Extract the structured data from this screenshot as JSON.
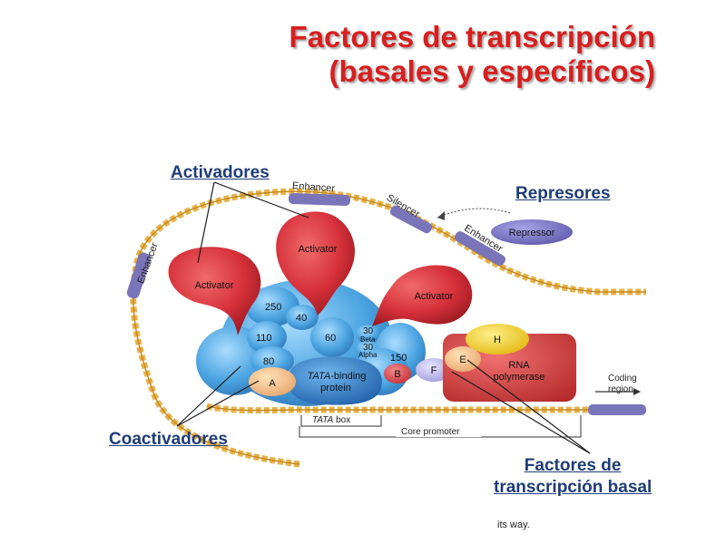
{
  "title": {
    "line1": "Factores de transcripción",
    "line2": "(basales y específicos)"
  },
  "callouts": {
    "activators": "Activadores",
    "repressors": "Represores",
    "coactivators": "Coactivadores",
    "basal_line1": "Factores de",
    "basal_line2": "transcripción basal"
  },
  "figure": {
    "enhancer_top": "Enhancer",
    "enhancer_left": "Enhancer",
    "enhancer_right": "Enhancer",
    "silencer": "Silencer",
    "repressor": "Repressor",
    "activator": "Activator",
    "coactivator_250": "250",
    "coactivator_40": "40",
    "coactivator_60": "60",
    "coactivator_110": "110",
    "coactivator_80": "80",
    "coactivator_150": "150",
    "coactivator_30_beta_num": "30",
    "coactivator_30_beta": "Beta",
    "coactivator_30_alpha_num": "30",
    "coactivator_30_alpha": "Alpha",
    "tbp_italic": "TATA",
    "tbp_rest": "-binding",
    "tbp_line2": "protein",
    "factor_a": "A",
    "factor_b": "B",
    "factor_f": "F",
    "factor_e": "E",
    "factor_h": "H",
    "rna_pol_line1": "RNA",
    "rna_pol_line2": "polymerase",
    "coding_line1": "Coding",
    "coding_line2": "region",
    "tata_box_italic": "TATA",
    "tata_box_rest": " box",
    "core_promoter": "Core promoter"
  },
  "caption": "its way.",
  "colors": {
    "title": "#d81e1e",
    "callout": "#1e3c78",
    "activator": "#d6313a",
    "coactivator": "#4aa3e0",
    "enhancer_dna": "#7a74b8",
    "dna": "#e7b24a",
    "rna_polymerase": "#d84040",
    "factor_h": "#f4d21c"
  }
}
